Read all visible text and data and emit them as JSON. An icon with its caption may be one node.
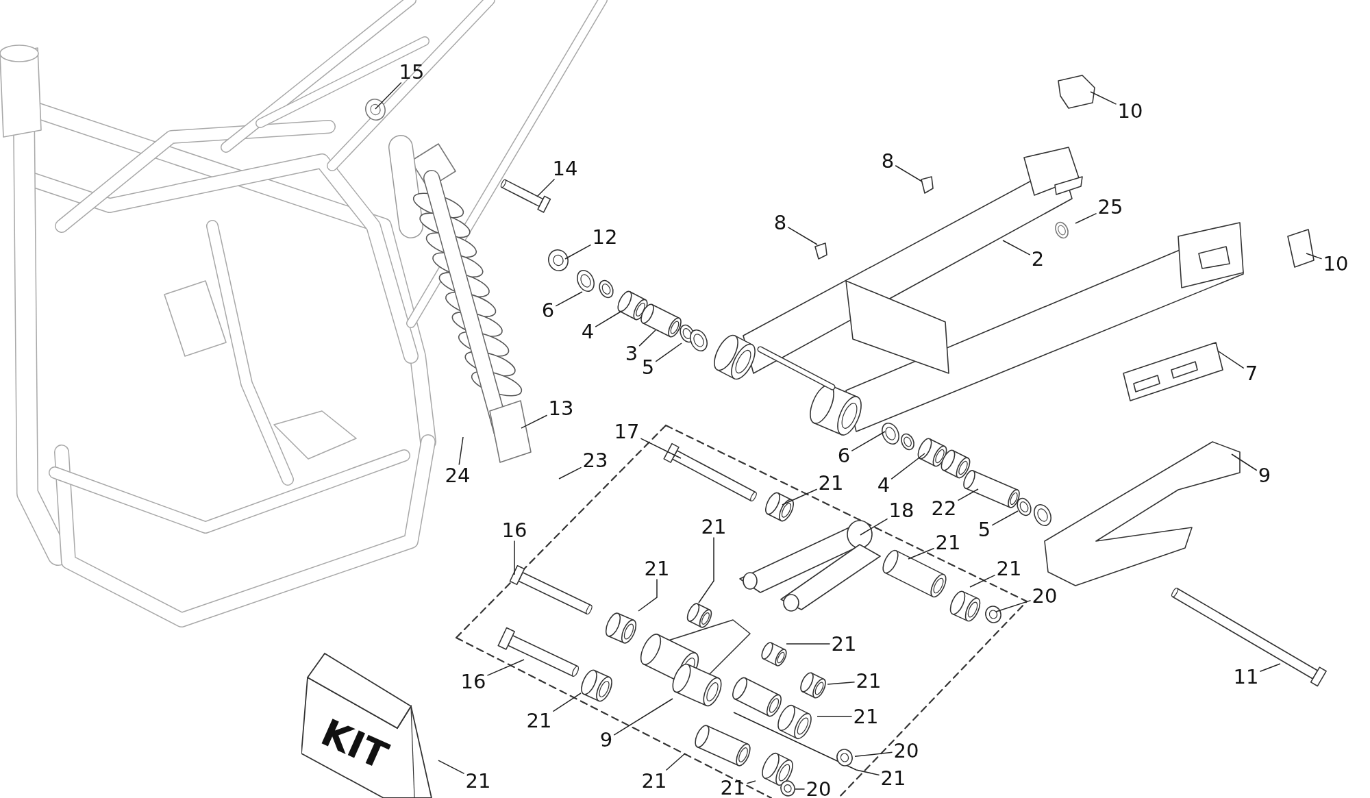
{
  "diagram": {
    "nodes": [
      {
        "text": [
          "15"
        ]
      },
      {
        "text": [
          "14"
        ]
      },
      {
        "text": [
          "10"
        ]
      },
      {
        "text": [
          "8"
        ]
      },
      {
        "text": [
          "25"
        ]
      },
      {
        "text": [
          "8"
        ]
      },
      {
        "text": [
          "12"
        ]
      },
      {
        "text": [
          "2"
        ]
      },
      {
        "text": [
          "10"
        ]
      },
      {
        "text": [
          "6"
        ]
      },
      {
        "text": [
          "4"
        ]
      },
      {
        "text": [
          "3"
        ]
      },
      {
        "text": [
          "5"
        ]
      },
      {
        "text": [
          "7"
        ]
      },
      {
        "text": [
          "13"
        ]
      },
      {
        "text": [
          "17"
        ]
      },
      {
        "text": [
          "24"
        ]
      },
      {
        "text": [
          "23"
        ]
      },
      {
        "text": [
          "6"
        ]
      },
      {
        "text": [
          "9"
        ]
      },
      {
        "text": [
          "21"
        ]
      },
      {
        "text": [
          "4"
        ]
      },
      {
        "text": [
          "18"
        ]
      },
      {
        "text": [
          "22"
        ]
      },
      {
        "text": [
          "5"
        ]
      },
      {
        "text": [
          "16"
        ]
      },
      {
        "text": [
          "21"
        ]
      },
      {
        "text": [
          "21"
        ]
      },
      {
        "text": [
          "21"
        ]
      },
      {
        "text": [
          "21"
        ]
      },
      {
        "text": [
          "20"
        ]
      },
      {
        "text": [
          "21"
        ]
      },
      {
        "text": [
          "21"
        ]
      },
      {
        "text": [
          "16"
        ]
      },
      {
        "text": [
          "11"
        ]
      },
      {
        "text": [
          "21"
        ]
      },
      {
        "text": [
          "9"
        ]
      },
      {
        "text": [
          "21"
        ]
      },
      {
        "text": [
          "20"
        ]
      },
      {
        "text": [
          "21"
        ]
      },
      {
        "text": [
          "21"
        ]
      },
      {
        "text": [
          "21"
        ]
      },
      {
        "text": [
          "21"
        ]
      },
      {
        "text": [
          "20"
        ]
      },
      {
        "text": [],
        "shape": "picture"
      },
      {
        "text": [],
        "shape": "cylinder"
      },
      {
        "text": [],
        "shape": "circle"
      }
    ],
    "edges": [
      {
        "from": 0,
        "to": null,
        "arrow": "none"
      },
      {
        "from": 1,
        "to": null,
        "arrow": "none"
      },
      {
        "from": 2,
        "to": null,
        "arrow": "none"
      },
      {
        "from": 3,
        "to": null,
        "arrow": "none"
      },
      {
        "from": 4,
        "to": null,
        "arrow": "none"
      },
      {
        "from": 5,
        "to": null,
        "arrow": "none"
      },
      {
        "from": 6,
        "to": null,
        "arrow": "none"
      },
      {
        "from": 7,
        "to": null,
        "arrow": "none"
      },
      {
        "from": 8,
        "to": null,
        "arrow": "none"
      },
      {
        "from": 9,
        "to": null,
        "arrow": "none"
      },
      {
        "from": 10,
        "to": null,
        "arrow": "none"
      },
      {
        "from": 11,
        "to": null,
        "arrow": "none"
      },
      {
        "from": 12,
        "to": null,
        "arrow": "none"
      },
      {
        "from": 13,
        "to": null,
        "arrow": "none"
      },
      {
        "from": 14,
        "to": null,
        "arrow": "none"
      },
      {
        "from": 15,
        "to": null,
        "arrow": "none"
      },
      {
        "from": 16,
        "to": null,
        "arrow": "none"
      },
      {
        "from": 17,
        "to": null,
        "arrow": "none"
      },
      {
        "from": 18,
        "to": null,
        "arrow": "none"
      },
      {
        "from": 19,
        "to": null,
        "arrow": "none"
      },
      {
        "from": 20,
        "to": null,
        "arrow": "none"
      },
      {
        "from": 21,
        "to": null,
        "arrow": "none"
      },
      {
        "from": 22,
        "to": null,
        "arrow": "none"
      },
      {
        "from": 23,
        "to": null,
        "arrow": "none"
      },
      {
        "from": 24,
        "to": null,
        "arrow": "none"
      },
      {
        "from": 25,
        "to": null,
        "arrow": "none"
      },
      {
        "from": 26,
        "to": null,
        "arrow": "none"
      },
      {
        "from": 27,
        "to": null,
        "arrow": "none"
      },
      {
        "from": 28,
        "to": null,
        "arrow": "none"
      },
      {
        "from": 29,
        "to": null,
        "arrow": "none"
      },
      {
        "from": 30,
        "to": null,
        "arrow": "none"
      },
      {
        "from": 31,
        "to": null,
        "arrow": "none"
      },
      {
        "from": 32,
        "to": 45,
        "arrow": "none"
      },
      {
        "from": 33,
        "to": null,
        "arrow": "none"
      },
      {
        "from": 34,
        "to": null,
        "arrow": "none"
      },
      {
        "from": 35,
        "to": null,
        "arrow": "none"
      },
      {
        "from": 36,
        "to": null,
        "arrow": "none"
      },
      {
        "from": 37,
        "to": null,
        "arrow": "none"
      },
      {
        "from": 38,
        "to": 46,
        "arrow": "none"
      },
      {
        "from": 39,
        "to": null,
        "arrow": "none"
      },
      {
        "from": 40,
        "to": null,
        "arrow": "none"
      },
      {
        "from": 41,
        "to": 44,
        "arrow": "none"
      },
      {
        "from": 42,
        "to": null,
        "arrow": "none"
      },
      {
        "from": 43,
        "to": null,
        "arrow": "none"
      }
    ],
    "labels": [
      "KIT"
    ]
  }
}
